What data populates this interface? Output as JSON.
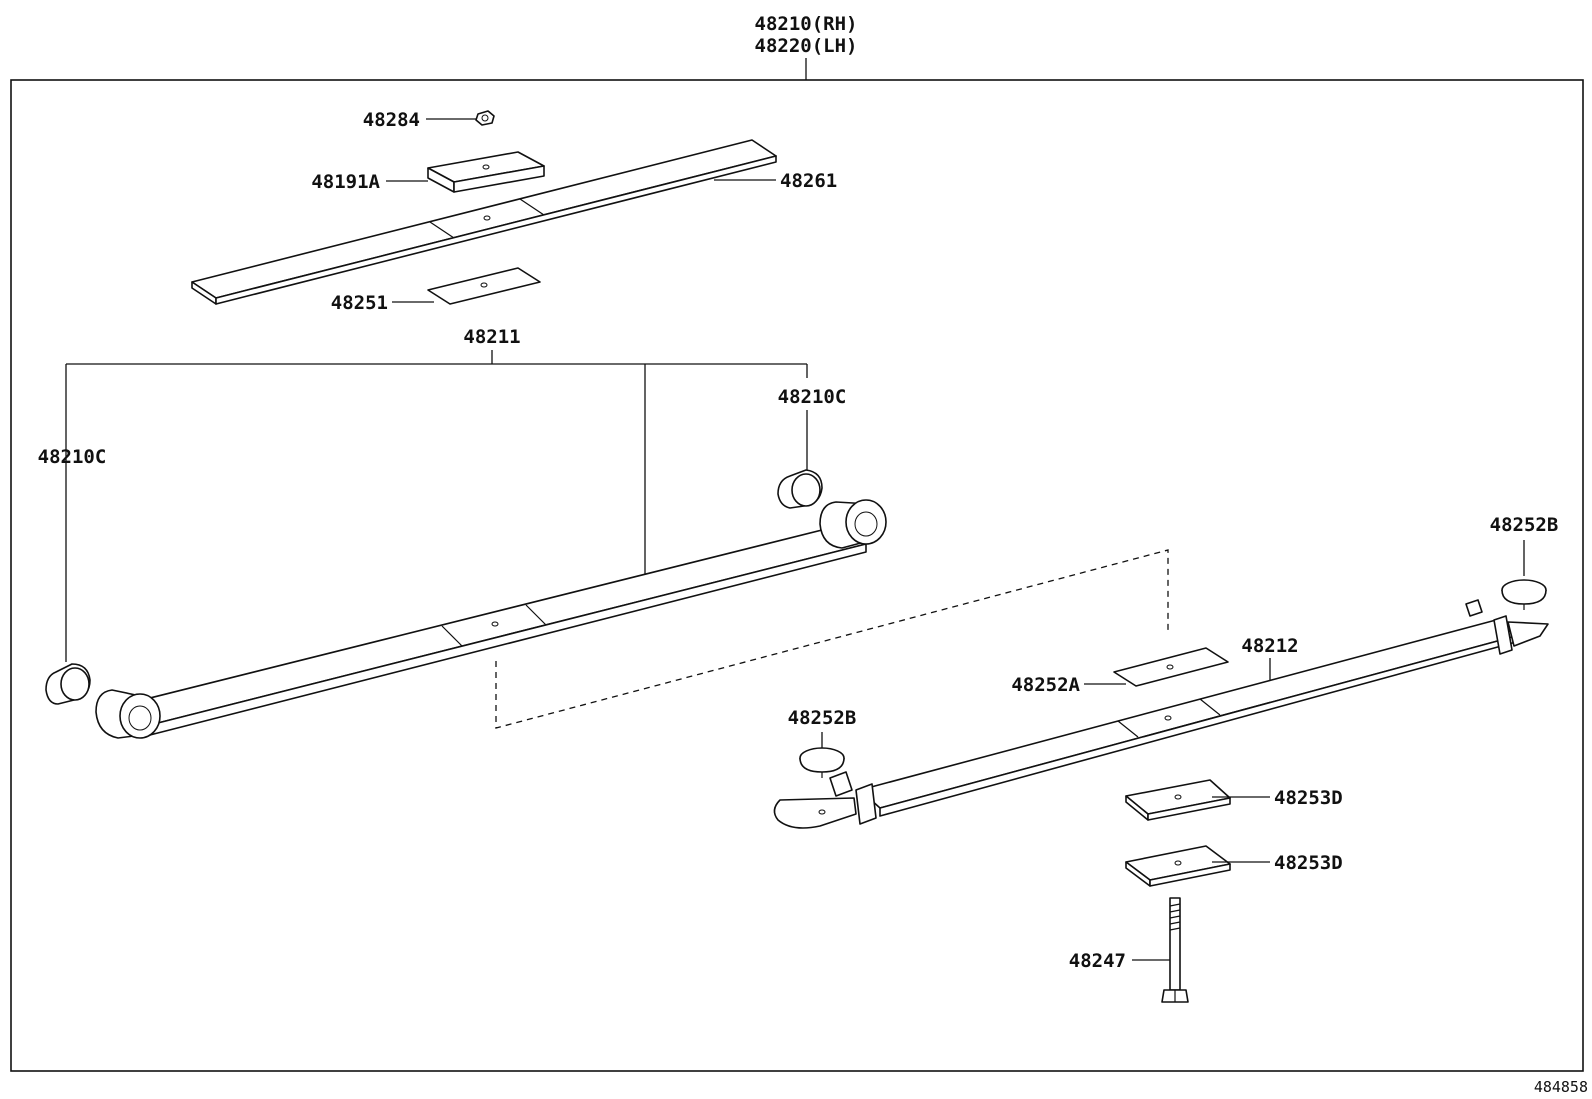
{
  "header": {
    "assembly_rh": "48210(RH)",
    "assembly_lh": "48220(LH)"
  },
  "labels": {
    "clip_nut": "48284",
    "spacer_upper": "48191A",
    "leaf_top": "48261",
    "insulator_top": "48251",
    "main_leaf": "48211",
    "bushing_left": "48210C",
    "bushing_right": "48210C",
    "rebound_clip_right": "48252B",
    "rebound_clip_left": "48252B",
    "leaf_lower": "48212",
    "insulator_lower": "48252A",
    "spacer_lower_1": "48253D",
    "spacer_lower_2": "48253D",
    "center_bolt": "48247"
  },
  "footer": {
    "diagram_code": "484858"
  }
}
